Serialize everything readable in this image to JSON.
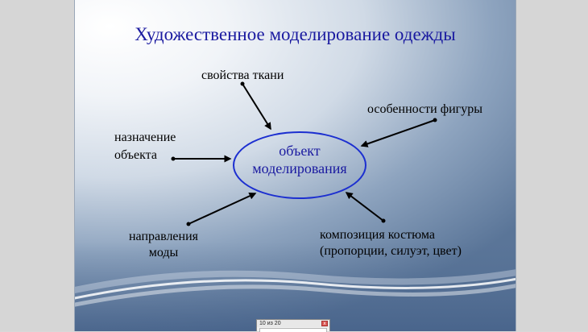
{
  "slide": {
    "title": "Художественное моделирование одежды",
    "center": "объект\nмоделирования",
    "nodes": {
      "fabric": "свойства ткани",
      "figure": "особенности фигуры",
      "purpose_line1": "назначение",
      "purpose_line2": "объекта",
      "fashion_line1": "направления",
      "fashion_line2": "моды",
      "composition_line1": "композиция костюма",
      "composition_line2": "(пропорции, силуэт, цвет)"
    },
    "colors": {
      "title": "#1a1aa0",
      "ellipse_border": "#1c2fd0",
      "arrow": "#000000"
    }
  },
  "viewer": {
    "page_counter": "10 из 20",
    "close_glyph": "x"
  }
}
